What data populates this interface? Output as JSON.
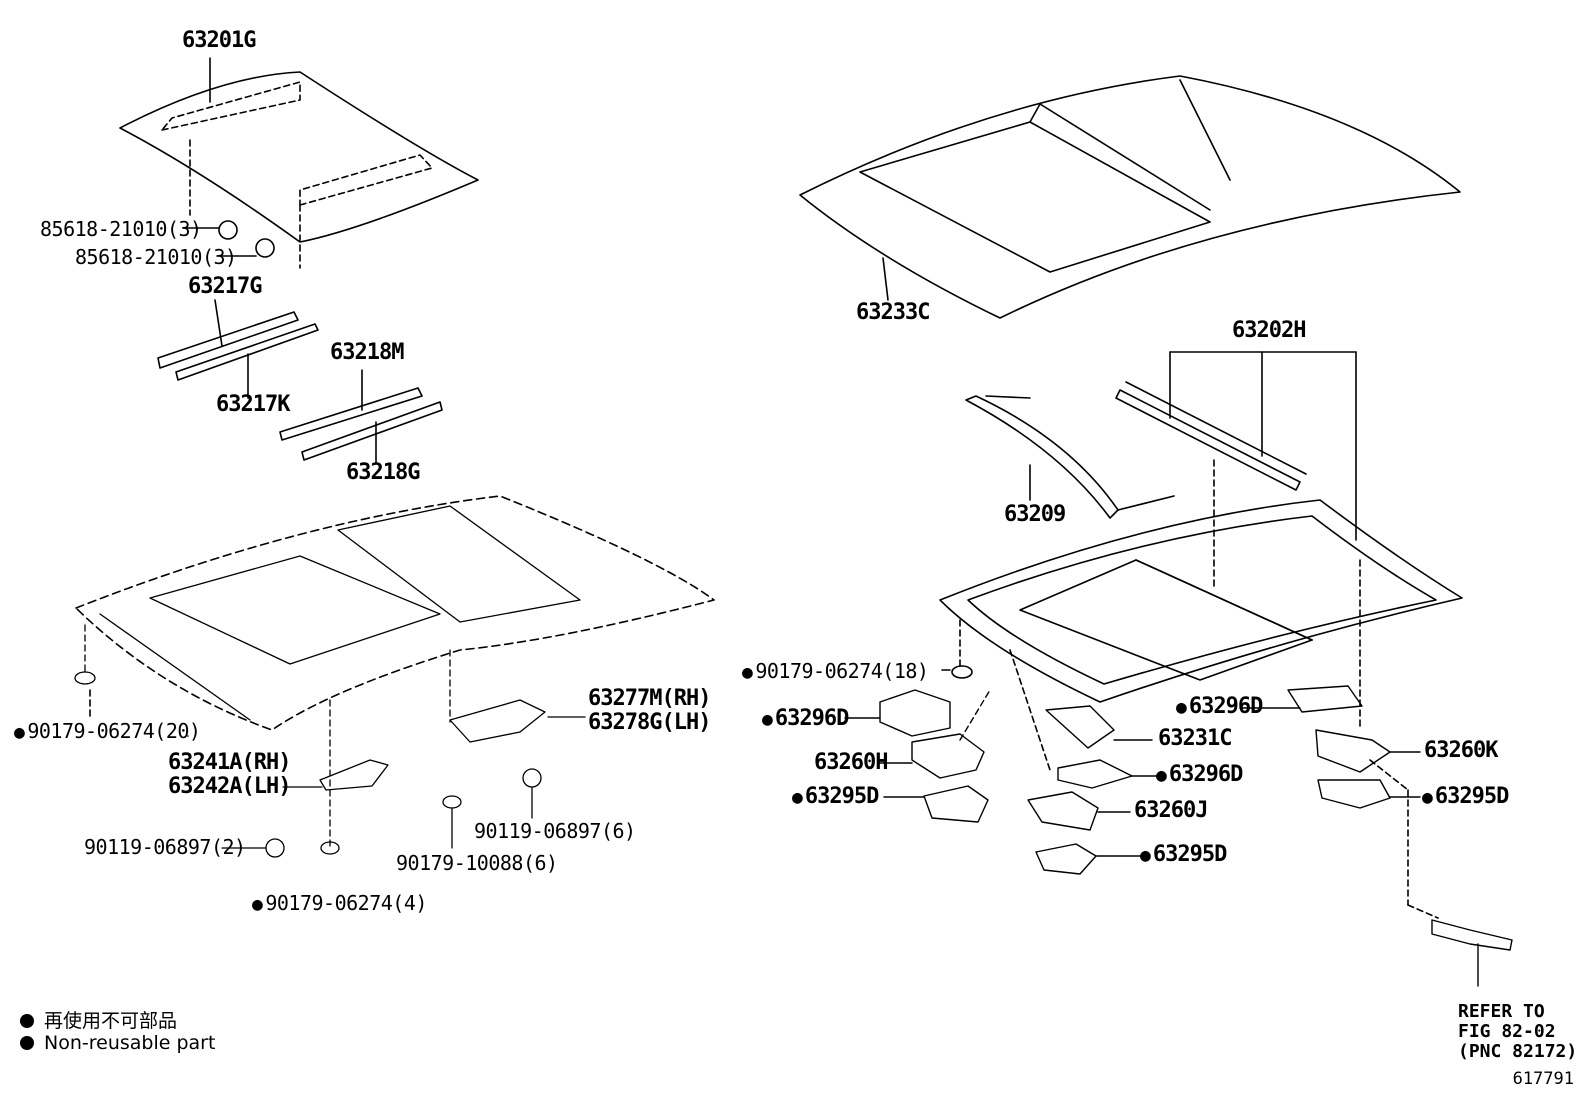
{
  "parts": {
    "p63201G": "63201G",
    "p85618_a": "85618-21010(3)",
    "p85618_b": "85618-21010(3)",
    "p63217G": "63217G",
    "p63217K": "63217K",
    "p63218M": "63218M",
    "p63218G": "63218G",
    "p90179_20": "90179-06274(20)",
    "p63241A": "63241A(RH)",
    "p63242A": "63242A(LH)",
    "p90119_2": "90119-06897(2)",
    "p90179_4": "90179-06274(4)",
    "p63277M": "63277M(RH)",
    "p63278G": "63278G(LH)",
    "p90119_6": "90119-06897(6)",
    "p90179_10088": "90179-10088(6)",
    "p63233C": "63233C",
    "p63202H": "63202H",
    "p63209": "63209",
    "p90179_18": "90179-06274(18)",
    "p63296D_a": "63296D",
    "p63296D_b": "63296D",
    "p63296D_c": "63296D",
    "p63260H": "63260H",
    "p63295D_a": "63295D",
    "p63295D_b": "63295D",
    "p63295D_c": "63295D",
    "p63231C": "63231C",
    "p63260J": "63260J",
    "p63260K": "63260K"
  },
  "legend": {
    "jp": "再使用不可部品",
    "en": "Non-reusable part"
  },
  "refer": "REFER TO\nFIG 82-02\n(PNC 82172)",
  "illustration_id": "617791"
}
